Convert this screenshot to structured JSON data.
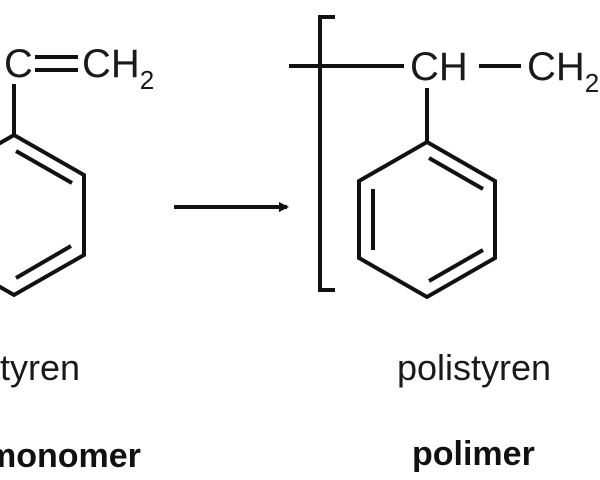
{
  "monomer": {
    "formula": {
      "c": "C",
      "ch": "CH",
      "sub": "2"
    },
    "name": "styren",
    "role": "monomer"
  },
  "polymer": {
    "formula": {
      "ch": "CH",
      "ch2": "CH",
      "sub": "2"
    },
    "name": "polistyren",
    "role": "polimer"
  },
  "arrow": {
    "direction": "right"
  }
}
